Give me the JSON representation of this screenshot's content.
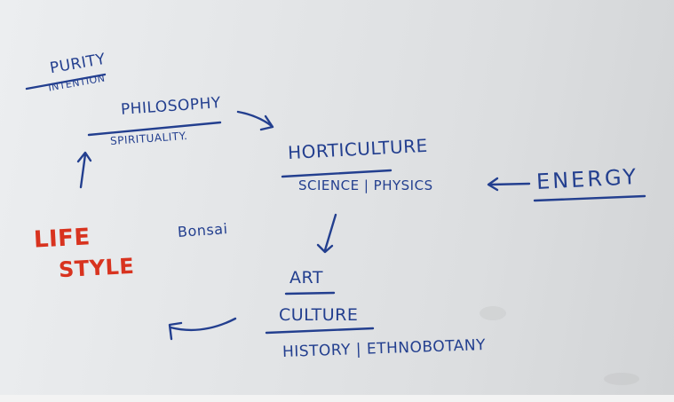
{
  "whiteboard": {
    "purity": "PURITY",
    "intention": "INTENTION",
    "philosophy": "PHILOSOPHY",
    "spirituality": "SPIRITUALITY.",
    "horticulture": "HORTICULTURE",
    "science_physics": "SCIENCE | PHYSICS",
    "energy": "ENERGY",
    "life": "LIFE",
    "style": "STYLE",
    "bonsai": "Bonsai",
    "art": "ART",
    "culture": "CULTURE",
    "history_ethnobotany": "HISTORY | ETHNOBOTANY",
    "ink_colors": {
      "blue": "#233f8f",
      "red": "#d8331f"
    }
  }
}
